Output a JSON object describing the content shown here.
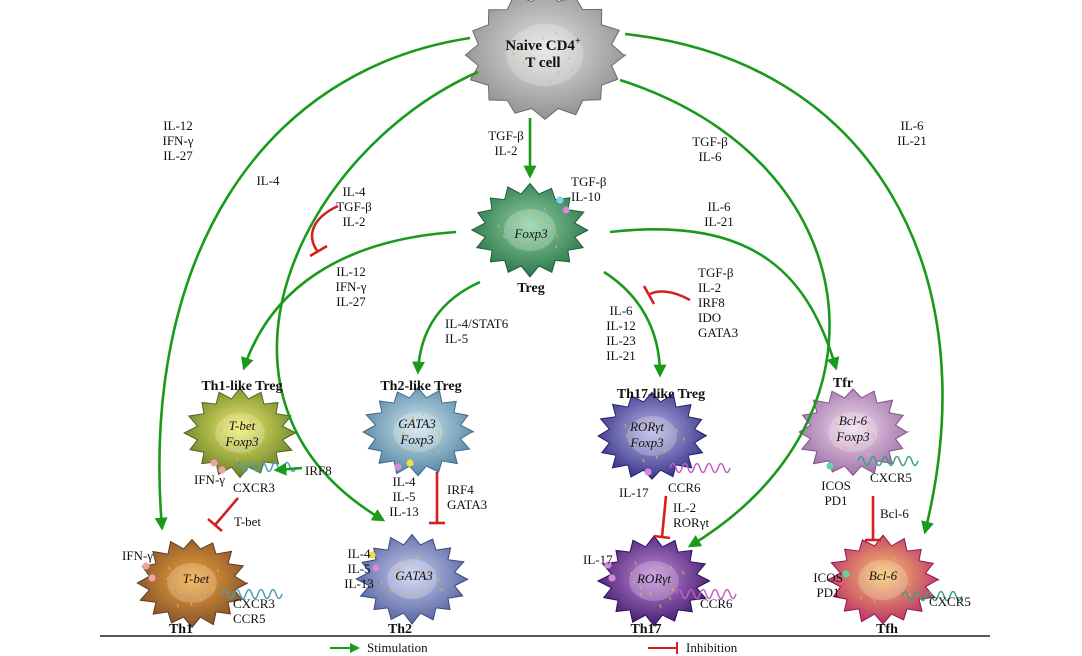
{
  "colors": {
    "stimulation": "#1a9a1a",
    "inhibition": "#d42020",
    "naive": "#9a9a9a",
    "treg": "#2f8f55",
    "th1_like": "#7e8c2a",
    "th2_like": "#5a8aa8",
    "th17_like": "#3d3c92",
    "tfr": "#b07fb3",
    "th1": "#8c5a30",
    "th2": "#5a6aa4",
    "th17": "#4a1c78",
    "tfh": "#c4306a"
  },
  "cells": {
    "naive": {
      "line1": "Naive CD4",
      "sup": "+",
      "line2": "T cell"
    },
    "treg": {
      "inner": "Foxp3",
      "title": "Treg",
      "secreted1": "TGF-β",
      "secreted2": "IL-10"
    },
    "th1_like": {
      "title": "Th1-like Treg",
      "inner1": "T-bet",
      "inner2": "Foxp3"
    },
    "th2_like": {
      "title": "Th2-like Treg",
      "inner1": "GATA3",
      "inner2": "Foxp3"
    },
    "th17_like": {
      "title": "Th17-like Treg",
      "inner1": "RORγt",
      "inner2": "Foxp3"
    },
    "tfr": {
      "title": "Tfr",
      "inner1": "Bcl-6",
      "inner2": "Foxp3"
    },
    "th1": {
      "title": "Th1",
      "inner": "T-bet"
    },
    "th2": {
      "title": "Th2",
      "inner": "GATA3"
    },
    "th17": {
      "title": "Th17",
      "inner": "RORγt"
    },
    "tfh": {
      "title": "Tfh",
      "inner": "Bcl-6"
    }
  },
  "labels": {
    "naive_th1": [
      "IL-12",
      "IFN-γ",
      "IL-27"
    ],
    "naive_th2": [
      "IL-4"
    ],
    "naive_treg": [
      "TGF-β",
      "IL-2"
    ],
    "naive_th17": [
      "TGF-β",
      "IL-6"
    ],
    "naive_tfh": [
      "IL-6",
      "IL-21"
    ],
    "treg_inhib_th1like": [
      "IL-4",
      "TGF-β",
      "IL-2"
    ],
    "treg_th1like": [
      "IL-12",
      "IFN-γ",
      "IL-27"
    ],
    "treg_th2like": [
      "IL-4/STAT6",
      "IL-5"
    ],
    "treg_th17like": [
      "IL-6",
      "IL-12",
      "IL-23",
      "IL-21"
    ],
    "treg_inhib_th17like": [
      "TGF-β",
      "IL-2",
      "IRF8",
      "IDO",
      "GATA3"
    ],
    "treg_tfr": [
      "IL-6",
      "IL-21"
    ],
    "th1like_ifng": "IFN-γ",
    "th1like_cxcr3": "CXCR3",
    "th1like_irf8": "IRF8",
    "th1like_inhib": "T-bet",
    "th2like_secreted": [
      "IL-4",
      "IL-5",
      "IL-13"
    ],
    "th2like_inhib": [
      "IRF4",
      "GATA3"
    ],
    "th17like_il17": "IL-17",
    "th17like_ccr6": "CCR6",
    "th17like_inhib": [
      "IL-2",
      "RORγt"
    ],
    "tfr_icos": [
      "ICOS",
      "PD1"
    ],
    "tfr_cxcr5": "CXCR5",
    "tfr_inhib": "Bcl-6",
    "th1_ifng": "IFN-γ",
    "th1_receptors": [
      "CXCR3",
      "CCR5"
    ],
    "th2_secreted": [
      "IL-4",
      "IL-5",
      "IL-13"
    ],
    "th17_il17": "IL-17",
    "th17_ccr6": "CCR6",
    "tfh_icos": [
      "ICOS",
      "PD1"
    ],
    "tfh_cxcr5": "CXCR5"
  },
  "legend": {
    "stimulation": "Stimulation",
    "inhibition": "Inhibition"
  }
}
